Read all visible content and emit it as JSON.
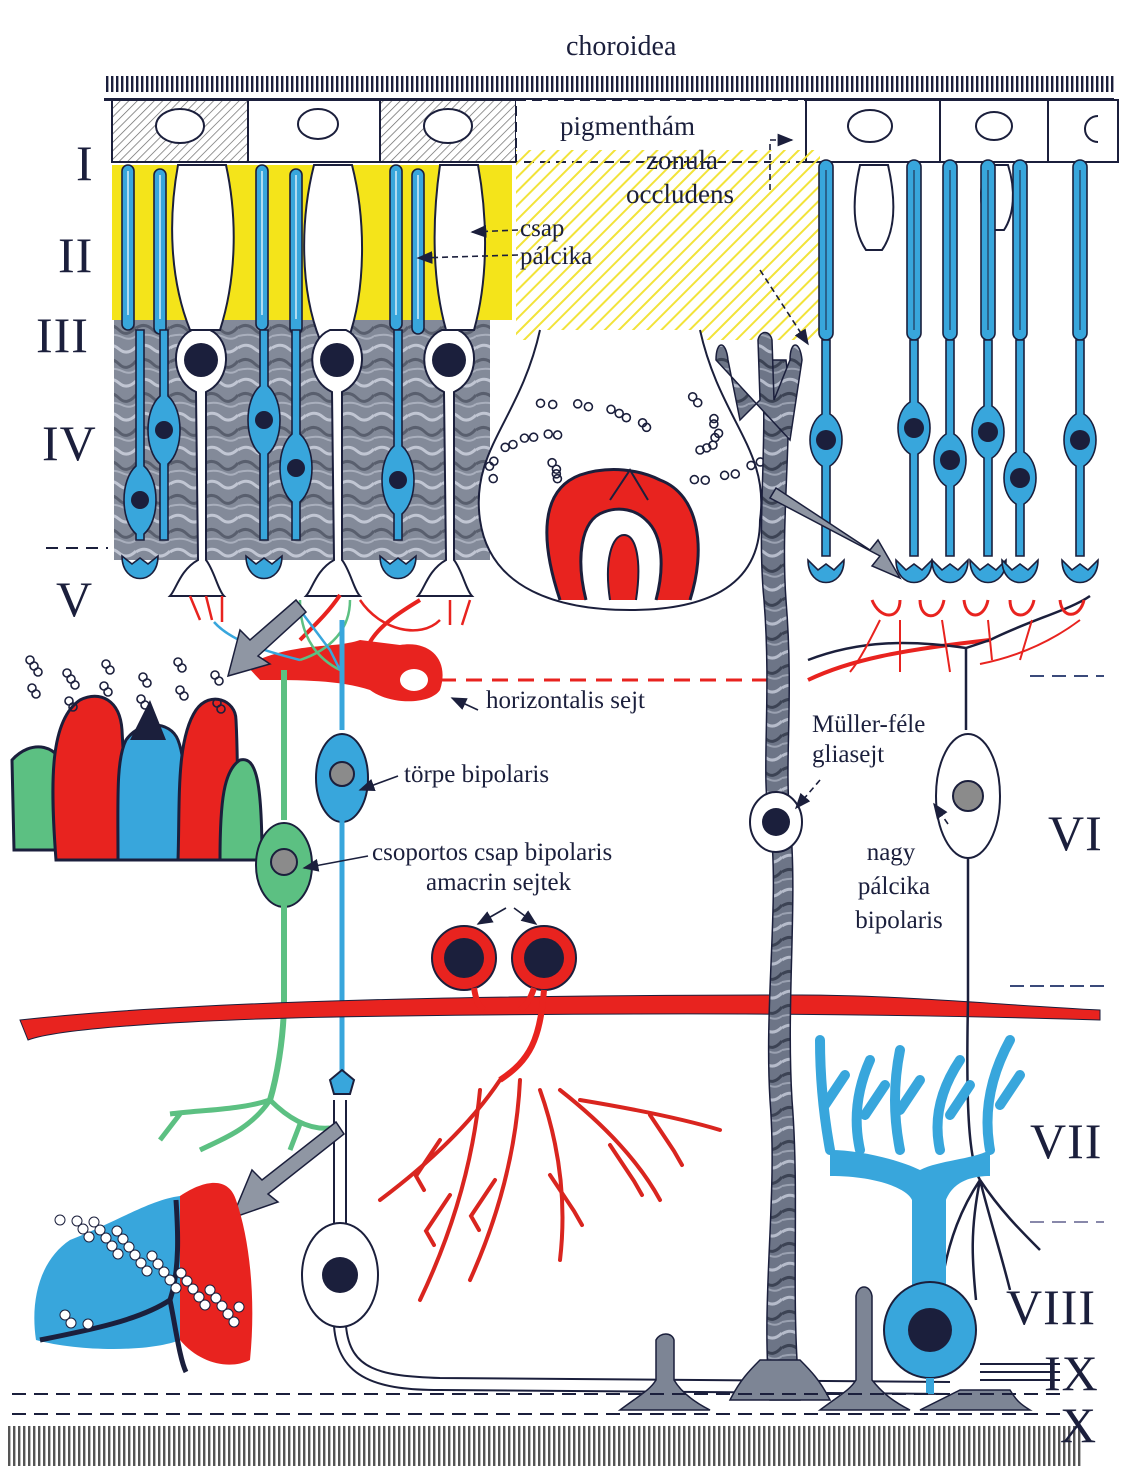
{
  "labels": {
    "choroid": "choroidea",
    "pigment_epithelium": "pigmenthám",
    "zonula_1": "zonula",
    "zonula_2": "occludens",
    "cone": "csap",
    "rod": "pálcika",
    "horizontal_cell": "horizontalis sejt",
    "muller_1": "Müller-féle",
    "muller_2": "gliasejt",
    "midget_bipolar": "törpe bipolaris",
    "diffuse_cone_bipolar": "csoportos csap bipolaris",
    "amacrine": "amacrin sejtek",
    "rod_bipolar_1": "nagy",
    "rod_bipolar_2": "pálcika",
    "rod_bipolar_3": "bipolaris"
  },
  "layers": [
    "I",
    "II",
    "III",
    "IV",
    "V",
    "VI",
    "VII",
    "VIII",
    "IX",
    "X"
  ],
  "colors": {
    "cone_blue": "#38a6dc",
    "horizontal_red": "#e8231f",
    "bipolar_green": "#5cc082",
    "pigment_yellow": "#f4e41a",
    "muller_gray": "#7d8595",
    "ink": "#1b1f3c"
  }
}
